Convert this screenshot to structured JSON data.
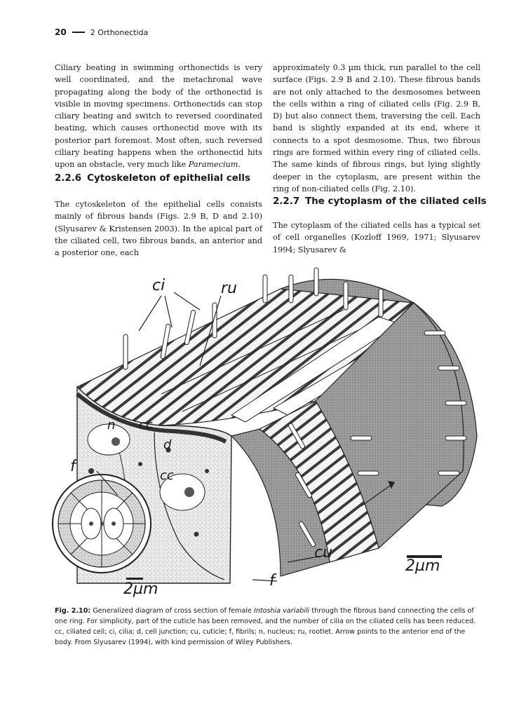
{
  "header": {
    "page_number": "20",
    "chapter": "2 Orthonectida"
  },
  "left_column": {
    "para1": "Ciliary beating in swimming orthonectids is very well coordinated, and the metachronal wave propagating along the body of the orthonectid is visible in moving specimens. Orthonectids can stop ciliary beating and switch to reversed coordinated beating, which causes orthonectid move with its posterior part foremost. Most often, such reversed ciliary beating happens when the orthonectid hits upon an obstacle, very much like ",
    "para1_italic": "Paramecium",
    "para1_end": ".",
    "heading_number": "2.2.6",
    "heading_text": "Cytoskeleton of epithelial cells",
    "para2": "The cytoskeleton of the epithelial cells consists mainly of fibrous bands (Figs. 2.9 B, D and 2.10) (Slyusarev & Kristensen 2003). In the apical part of the ciliated cell, two fibrous bands, an anterior and a posterior one, each"
  },
  "right_column": {
    "para1": "approximately 0.3 µm thick, run parallel to the cell surface (Figs. 2.9 B and 2.10). These fibrous bands are not only attached to the desmosomes between the cells within a ring of ciliated cells (Fig. 2.9 B, D) but also connect them, traversing the cell. Each band is slightly expanded at its end, where it connects to a spot desmosome. Thus, two fibrous rings are formed within every ring of ciliated cells. The same kinds of fibrous rings, but lying slightly deeper in the cytoplasm, are present within the ring of non-ciliated cells (Fig. 2.10).",
    "heading_number": "2.2.7",
    "heading_text": "The cytoplasm of the ciliated cells",
    "para2": "The cytoplasm of the ciliated cells has a typical set of cell organelles (Kozloff 1969, 1971; Slyusarev 1994; Slyusarev &"
  },
  "figure": {
    "labels": {
      "ci": "ci",
      "ru": "ru",
      "n": "n",
      "cc1": "cc",
      "d": "d",
      "cc2": "cc",
      "f1": "f",
      "cu": "cu",
      "f2": "f",
      "scale_right": "2µm",
      "scale_left": "2µm"
    }
  },
  "caption": {
    "label": "Fig. 2.10:",
    "text1": " Generalized diagram of cross section of female ",
    "italic": "Intoshia variabili",
    "text2": " through the fibrous band connecting the cells of one ring. For simplicity, part of the cuticle has been removed, and the number of cilia on the ciliated cells has been reduced. cc, ciliated cell; ci, cilia; d, cell junction; cu, cuticle; f, fibrils; n, nucleus; ru, rootlet. Arrow points to the anterior end of the body. From Slyusarev (1994), with kind permission of Wiley Publishers."
  }
}
